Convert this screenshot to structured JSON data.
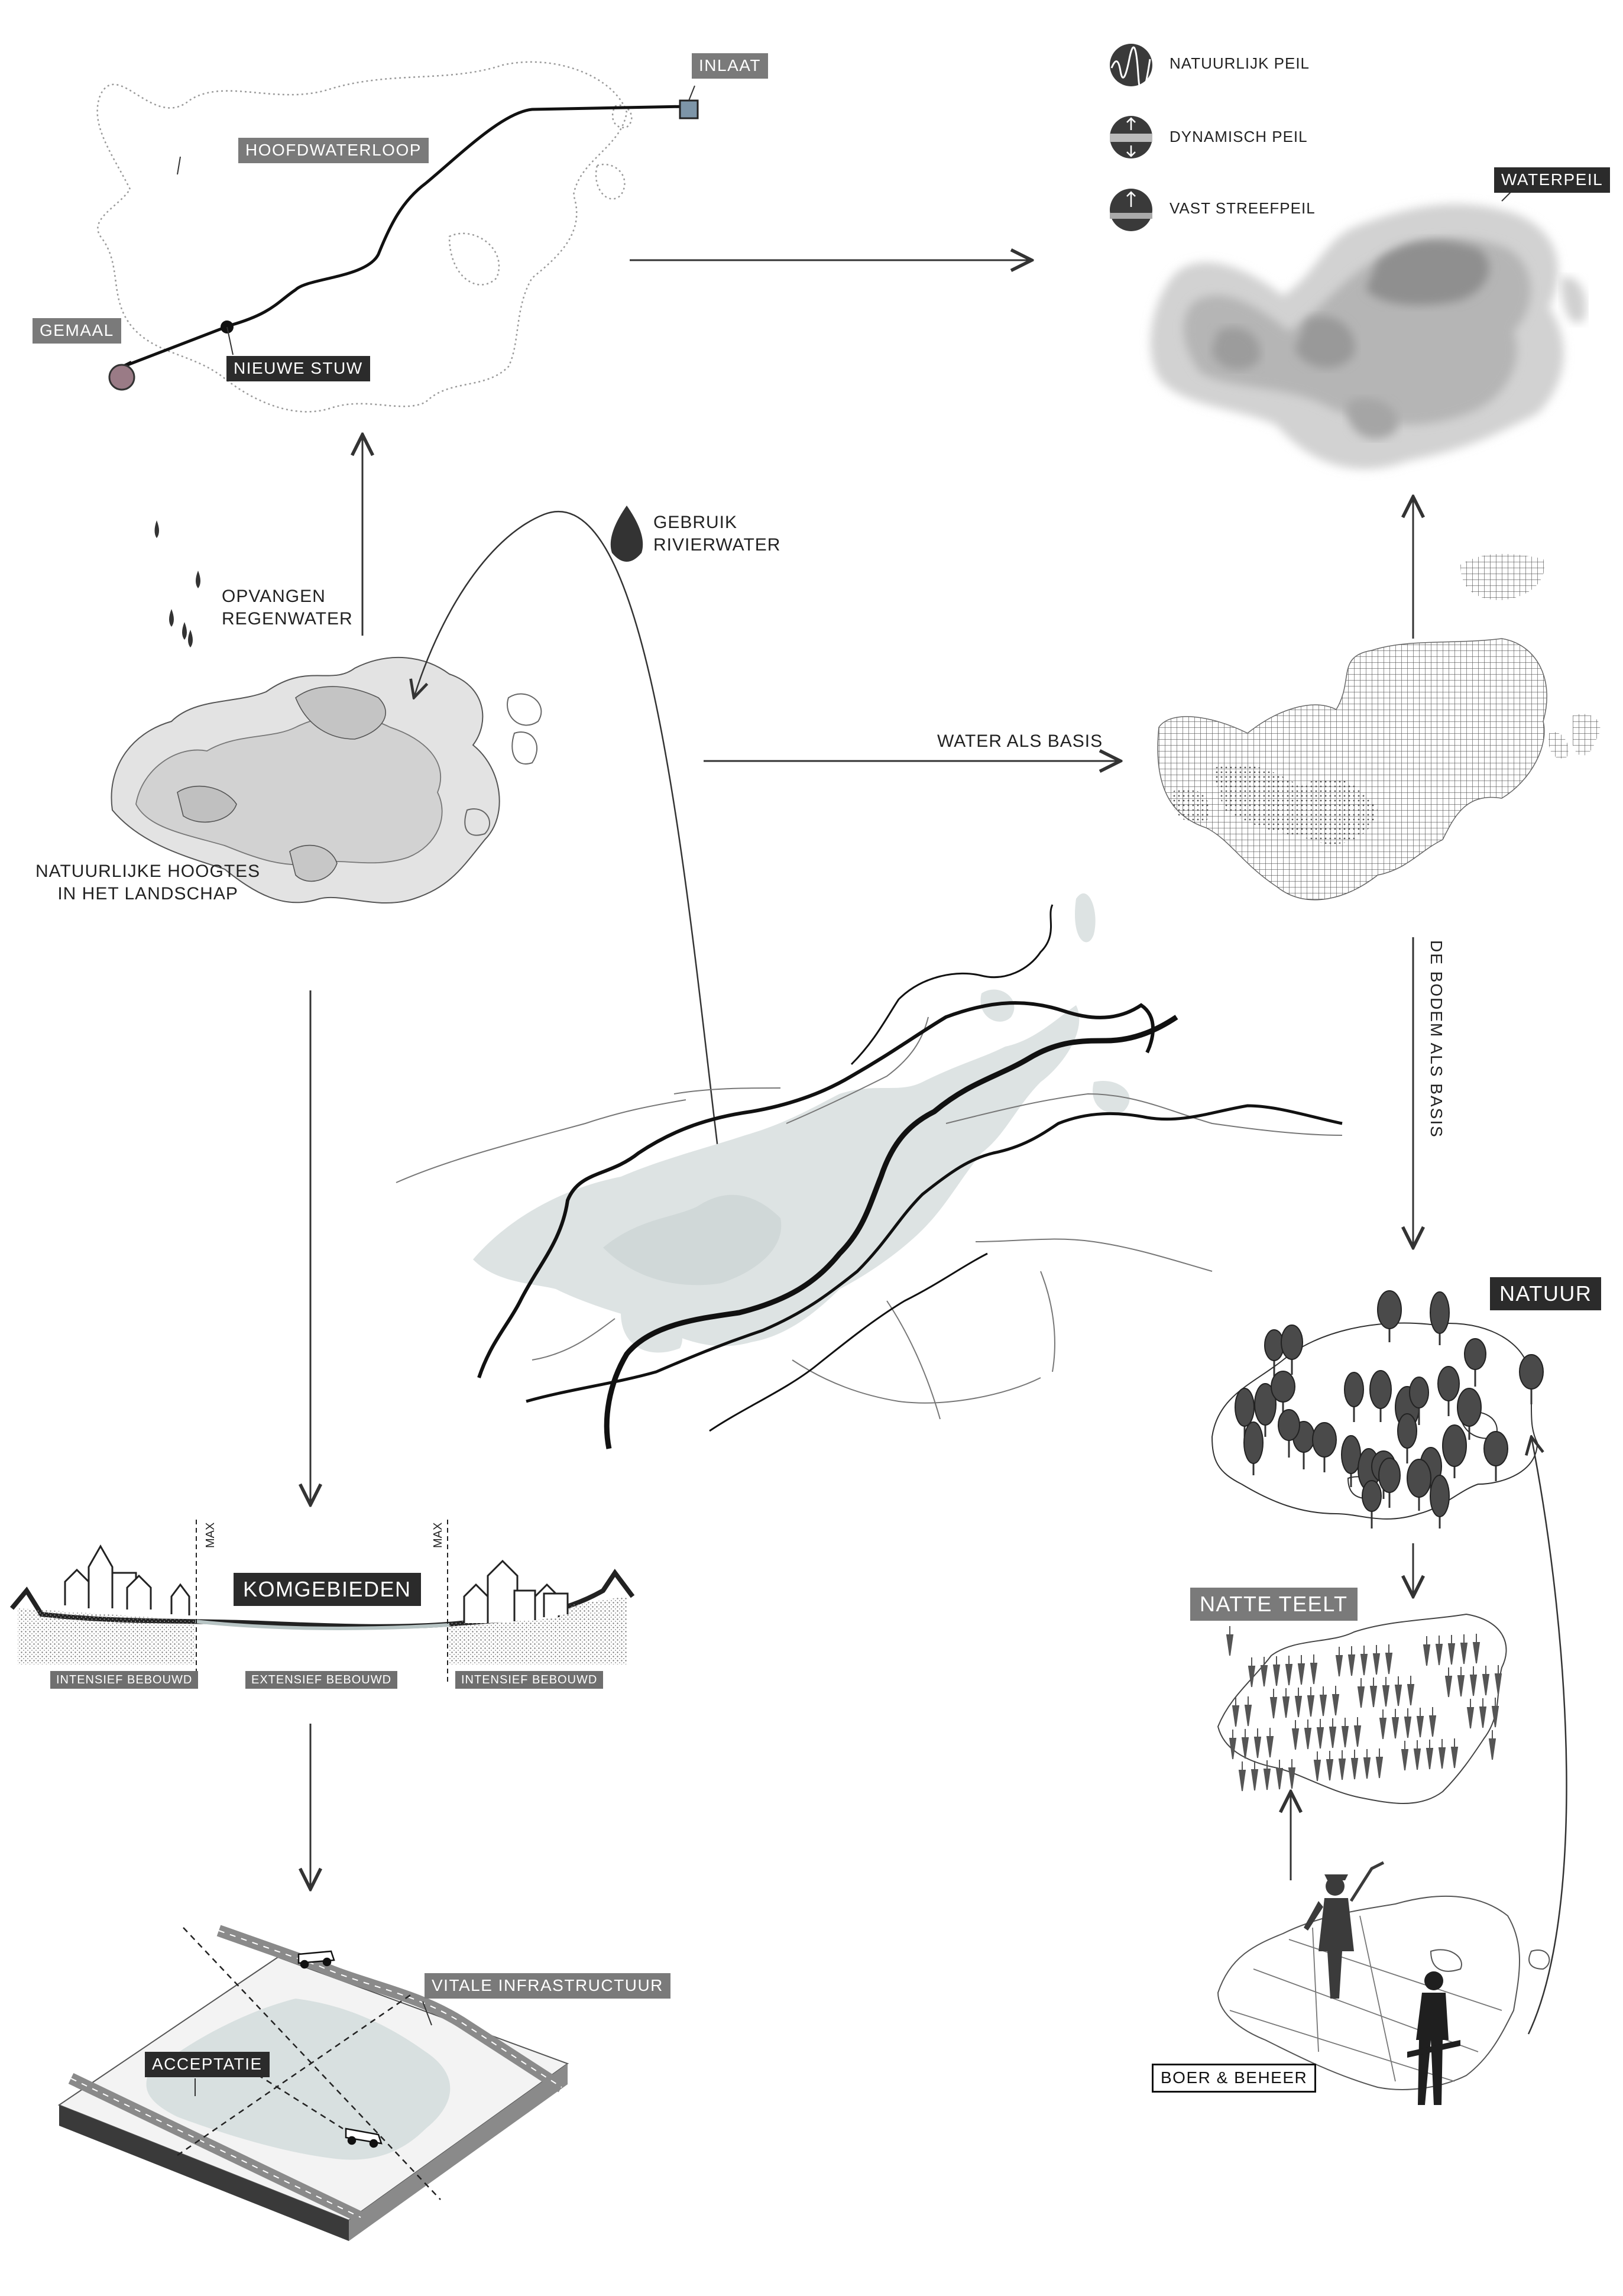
{
  "diagram": {
    "top_left": {
      "tags": {
        "inlaat": "INLAAT",
        "hoofdwaterloop": "HOOFDWATERLOOP",
        "gemaal": "GEMAAL",
        "nieuwe_stuw": "NIEUWE STUW"
      }
    },
    "legend": {
      "items": [
        {
          "label": "NATUURLIJK PEIL",
          "icon": "wave-icon"
        },
        {
          "label": "DYNAMISCH PEIL",
          "icon": "updown-arrow-icon"
        },
        {
          "label": "VAST STREEFPEIL",
          "icon": "up-arrow-icon"
        }
      ]
    },
    "top_right": {
      "tag": "WATERPEIL"
    },
    "middle_left": {
      "rain_label": [
        "OPVANGEN",
        "REGENWATER"
      ],
      "heights_label": [
        "NATUURLIJKE HOOGTES",
        "IN HET LANDSCHAP"
      ]
    },
    "river_label": [
      "GEBRUIK",
      "RIVIERWATER"
    ],
    "arrow_labels": {
      "water_als_basis": "WATER ALS BASIS",
      "bodem_als_basis": "DE BODEM ALS BASIS"
    },
    "natuur": {
      "tag": "NATUUR"
    },
    "natte_teelt": {
      "tag": "NATTE TEELT"
    },
    "boer": {
      "tag": "BOER & BEHEER"
    },
    "komgebieden": {
      "tag": "KOMGEBIEDEN",
      "max_label": "MAX",
      "zones": [
        "INTENSIEF BEBOUWD",
        "EXTENSIEF BEBOUWD",
        "INTENSIEF BEBOUWD"
      ]
    },
    "infrastructure": {
      "vitale": "VITALE INFRASTRUCTUUR",
      "acceptatie": "ACCEPTATIE"
    },
    "colors": {
      "river_fill": "#dde3e3",
      "gemaal_fill": "#9a7b86",
      "inlaat_fill": "#7d95a8",
      "tag_grey": "#7a7a7a",
      "tag_dark": "#2b2b2b"
    }
  }
}
